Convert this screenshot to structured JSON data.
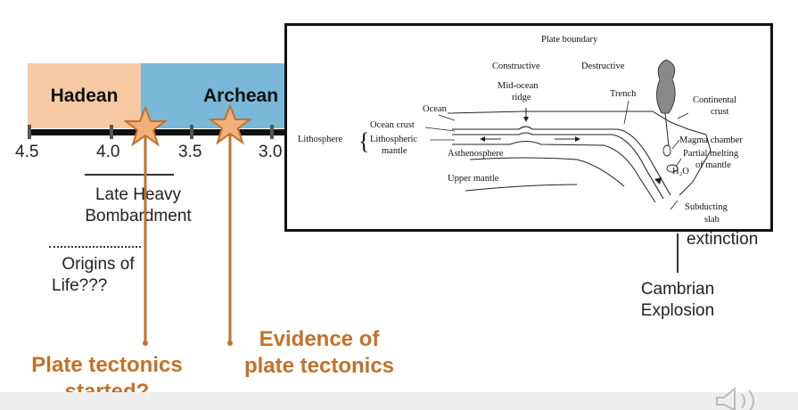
{
  "timeline": {
    "eons": [
      {
        "label": "Hadean",
        "color": "#f7c9a2"
      },
      {
        "label": "Archean",
        "color": "#79b8d8"
      }
    ],
    "ticks": [
      "4.5",
      "4.0",
      "3.5",
      "3.0"
    ]
  },
  "notes": {
    "late_heavy_line1": "Late Heavy",
    "late_heavy_line2": "Bombardment",
    "origins_line1": "Origins of",
    "origins_line2": "Life???",
    "extinction": "extinction",
    "cambrian_line1": "Cambrian",
    "cambrian_line2": "Explosion"
  },
  "callouts": {
    "started_line1": "Plate tectonics",
    "started_line2": "started?",
    "evidence_line1": "Evidence of",
    "evidence_line2": "plate tectonics",
    "color": "#c1722a"
  },
  "diagram": {
    "plate_boundary": "Plate boundary",
    "constructive": "Constructive",
    "destructive": "Destructive",
    "mid_ocean_line1": "Mid-ocean",
    "mid_ocean_line2": "ridge",
    "trench": "Trench",
    "ocean": "Ocean",
    "continental_line1": "Continental",
    "continental_line2": "crust",
    "lithosphere": "Lithosphere",
    "ocean_crust": "Ocean crust",
    "lithospheric_line1": "Lithospheric",
    "lithospheric_line2": "mantle",
    "magma_chamber": "Magma chamber",
    "partial_melting_line1": "Partial melting",
    "partial_melting_line2": "of mantle",
    "asthenosphere": "Asthenosphere",
    "h2o": "H₂O",
    "upper_mantle": "Upper mantle",
    "subducting_line1": "Subducting",
    "subducting_line2": "slab"
  }
}
